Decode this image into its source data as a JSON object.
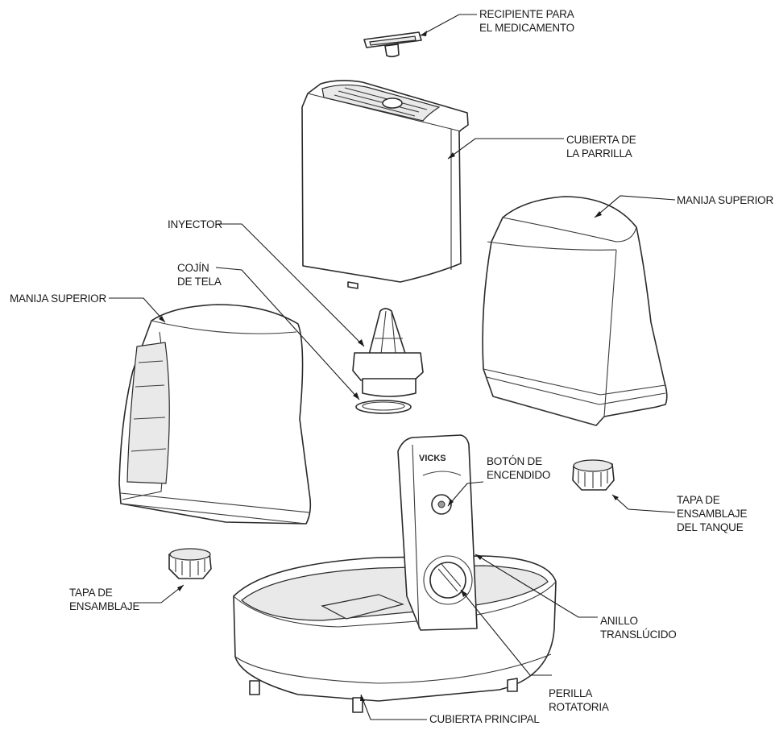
{
  "labels": {
    "recipiente_line1": "RECIPIENTE PARA",
    "recipiente_line2": "EL MEDICAMENTO",
    "cubierta_parrilla_line1": "CUBIERTA DE",
    "cubierta_parrilla_line2": "LA PARRILLA",
    "inyector": "INYECTOR",
    "cojin_line1": "COJÍN",
    "cojin_line2": "DE TELA",
    "manija_superior_left": "MANIJA SUPERIOR",
    "manija_superior_right": "MANIJA SUPERIOR",
    "boton_line1": "BOTÓN DE",
    "boton_line2": "ENCENDIDO",
    "tapa_tanque_line1": "TAPA DE",
    "tapa_tanque_line2": "ENSAMBLAJE",
    "tapa_tanque_line3": "DEL TANQUE",
    "tapa_ensamblaje_line1": "TAPA DE",
    "tapa_ensamblaje_line2": "ENSAMBLAJE",
    "anillo_line1": "ANILLO",
    "anillo_line2": "TRANSLÚCIDO",
    "perilla_line1": "PERILLA",
    "perilla_line2": "ROTATORIA",
    "cubierta_principal": "CUBIERTA PRINCIPAL"
  },
  "device_logo": "VICKS"
}
